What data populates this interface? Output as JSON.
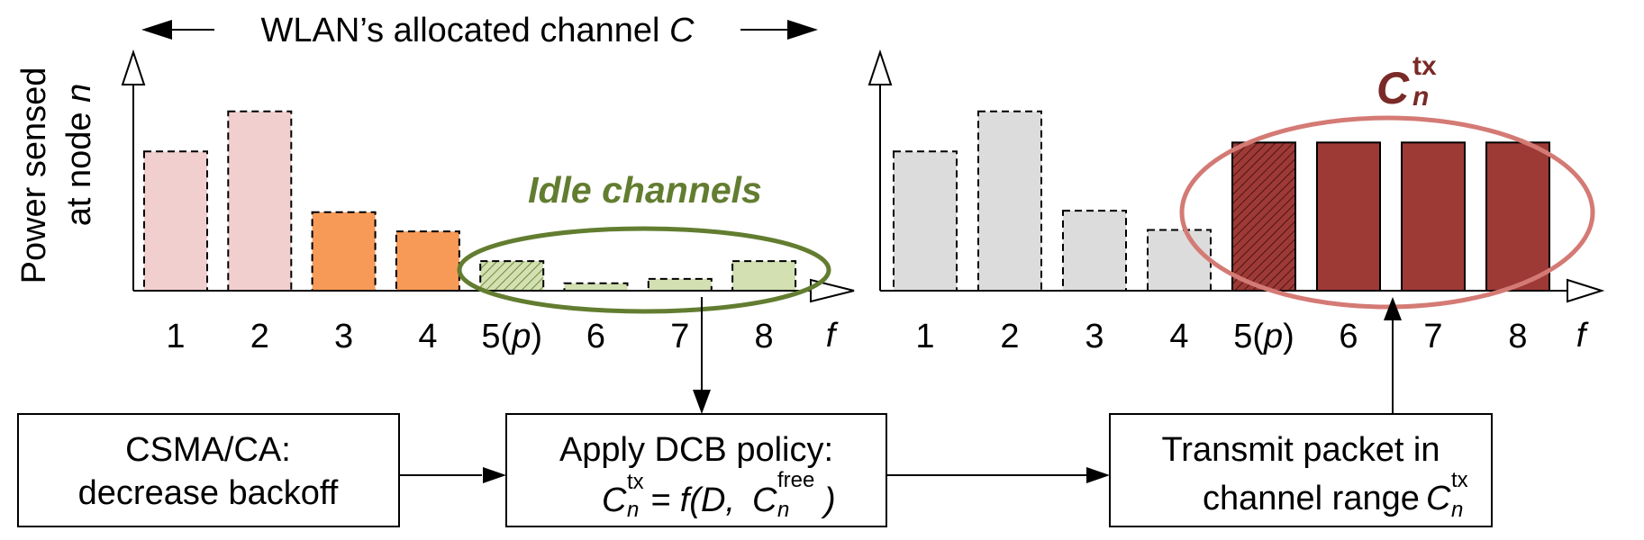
{
  "top_label": {
    "prefix": "WLAN’s allocated channel ",
    "symbol": "C"
  },
  "y_axis": {
    "line1": "Power sensed",
    "line2_prefix": "at node ",
    "line2_symbol": "n"
  },
  "f_label": "f",
  "idle_label": "Idle channels",
  "ctx_label": {
    "base": "C",
    "sup": "tx",
    "sub": "n"
  },
  "left_ticks": [
    "1",
    "2",
    "3",
    "4",
    "5(p)",
    "6",
    "7",
    "8"
  ],
  "right_ticks": [
    "1",
    "2",
    "3",
    "4",
    "5(p)",
    "6",
    "7",
    "8"
  ],
  "boxes": {
    "csma": {
      "line1": "CSMA/CA:",
      "line2": "decrease backoff"
    },
    "dcb": {
      "line1": "Apply DCB policy:",
      "eq_base": "C",
      "eq_sup": "tx",
      "eq_sub": "n",
      "eq_mid": " = f(D,",
      "eq_base2": "C",
      "eq_sup2": "free",
      "eq_sub2": "n",
      "eq_end": ")"
    },
    "transmit": {
      "line1": "Transmit packet in",
      "line2": "channel range ",
      "eq_base": "C",
      "eq_sup": "tx",
      "eq_sub": "n"
    }
  },
  "colors": {
    "pink": "#f2cfcf",
    "orange": "#f79a58",
    "light_green": "#d2e0b2",
    "gray": "#dcdcdc",
    "dark_red": "#9e3a36",
    "olive": "#627d30",
    "ellipse_red": "#d47a75"
  },
  "chart_data": [
    {
      "type": "bar",
      "categories": [
        "1",
        "2",
        "3",
        "4",
        "5(p)",
        "6",
        "7",
        "8"
      ],
      "values": [
        4.7,
        6.05,
        2.65,
        2.0,
        1.0,
        0.25,
        0.4,
        1.0
      ],
      "ylim": [
        0,
        7.5
      ]
    },
    {
      "type": "bar",
      "categories": [
        "1",
        "2",
        "3",
        "4",
        "5(p)",
        "6",
        "7",
        "8"
      ],
      "values": [
        4.7,
        6.05,
        2.7,
        2.05,
        5.0,
        5.0,
        5.0,
        5.0
      ],
      "ylim": [
        0,
        7.5
      ]
    }
  ]
}
